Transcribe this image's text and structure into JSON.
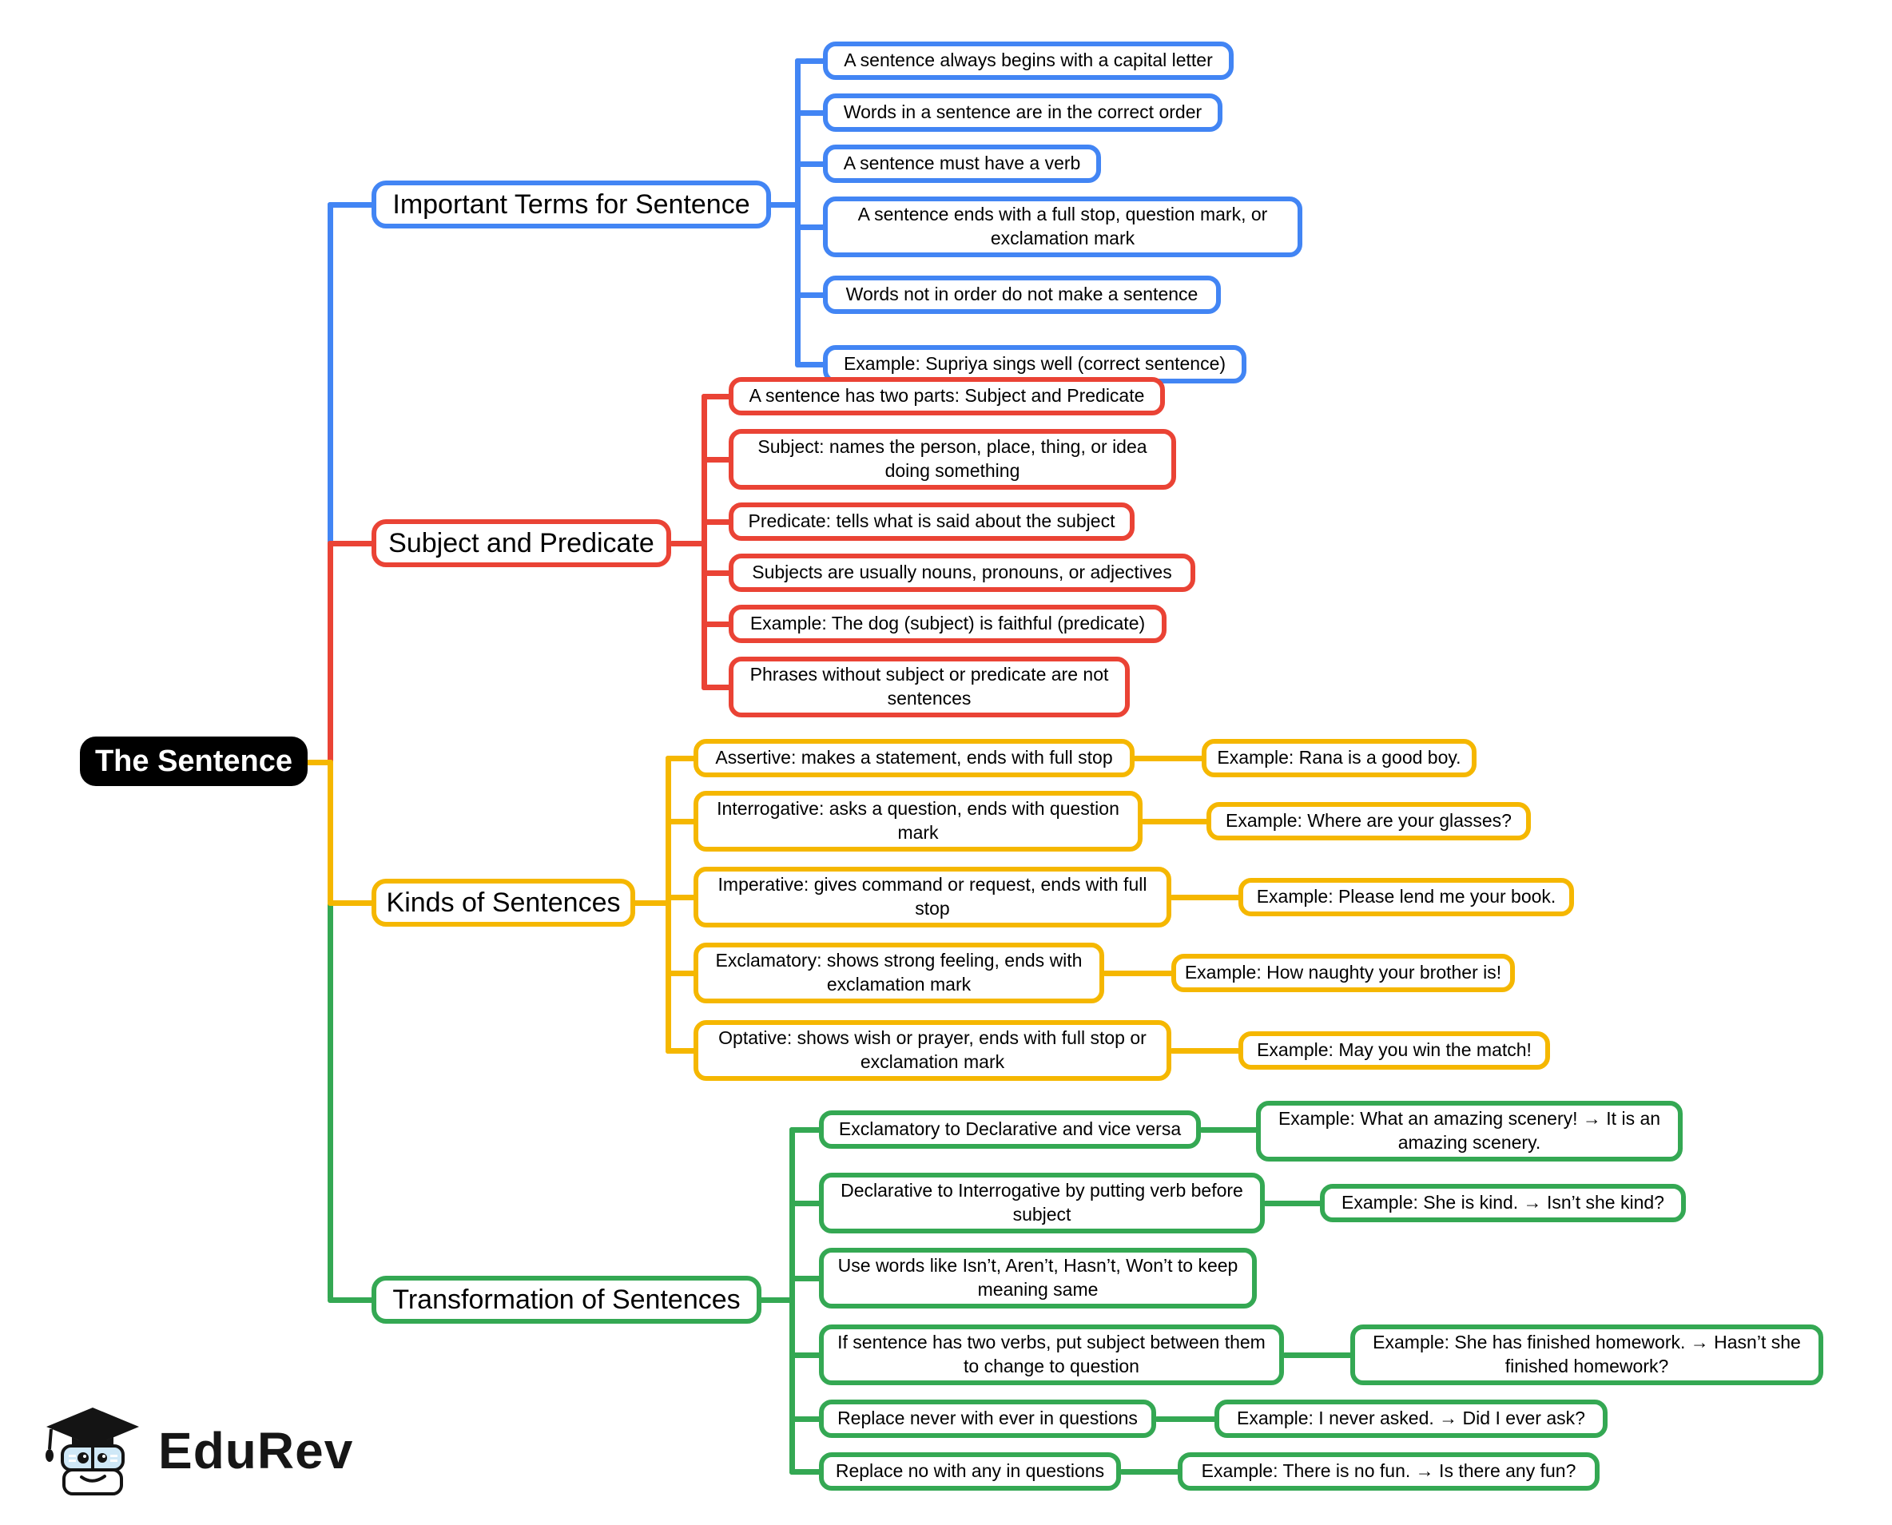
{
  "root": {
    "label": "The Sentence"
  },
  "colors": {
    "root_bg": "#000000",
    "root_text": "#FFFFFF",
    "blue": "#4285F4",
    "red": "#EA4335",
    "yellow": "#F5B700",
    "green": "#34A853"
  },
  "branches": [
    {
      "label": "Important Terms for Sentence",
      "color": "#4285F4",
      "children": [
        {
          "label": "A sentence always begins with a capital letter"
        },
        {
          "label": "Words in a sentence are in the correct order"
        },
        {
          "label": "A sentence must have a verb"
        },
        {
          "label": "A sentence ends with a full stop, question mark, or exclamation mark"
        },
        {
          "label": "Words not in order do not make a sentence"
        },
        {
          "label": "Example: Supriya sings well (correct sentence)"
        }
      ]
    },
    {
      "label": "Subject and Predicate",
      "color": "#EA4335",
      "children": [
        {
          "label": "A sentence has two parts: Subject and Predicate"
        },
        {
          "label": "Subject: names the person, place, thing, or idea doing something"
        },
        {
          "label": "Predicate: tells what is said about the subject"
        },
        {
          "label": "Subjects are usually nouns, pronouns, or adjectives"
        },
        {
          "label": "Example: The dog (subject) is faithful (predicate)"
        },
        {
          "label": "Phrases without subject or predicate are not sentences"
        }
      ]
    },
    {
      "label": "Kinds of Sentences",
      "color": "#F5B700",
      "children": [
        {
          "label": "Assertive: makes a statement, ends with full stop",
          "example": "Example: Rana is a good boy."
        },
        {
          "label": "Interrogative: asks a question, ends with question mark",
          "example": "Example: Where are your glasses?"
        },
        {
          "label": "Imperative: gives command or request, ends with full stop",
          "example": "Example: Please lend me your book."
        },
        {
          "label": "Exclamatory: shows strong feeling, ends with exclamation mark",
          "example": "Example: How naughty your brother is!"
        },
        {
          "label": "Optative: shows wish or prayer, ends with full stop or exclamation mark",
          "example": "Example: May you win the match!"
        }
      ]
    },
    {
      "label": "Transformation of Sentences",
      "color": "#34A853",
      "children": [
        {
          "label": "Exclamatory to Declarative and vice versa",
          "example": "Example: What an amazing scenery! → It is an amazing scenery."
        },
        {
          "label": "Declarative to Interrogative by putting verb before subject",
          "example": "Example: She is kind. → Isn’t she kind?"
        },
        {
          "label": "Use words like Isn’t, Aren’t, Hasn’t, Won’t to keep meaning same"
        },
        {
          "label": "If sentence has two verbs, put subject between them to change to question",
          "example": "Example: She has finished homework. → Hasn’t she finished homework?"
        },
        {
          "label": "Replace never with ever in questions",
          "example": "Example: I never asked. → Did I ever ask?"
        },
        {
          "label": "Replace no with any in questions",
          "example": "Example: There is no fun. → Is there any fun?"
        }
      ]
    }
  ],
  "logo": {
    "brand": "EduRev"
  }
}
